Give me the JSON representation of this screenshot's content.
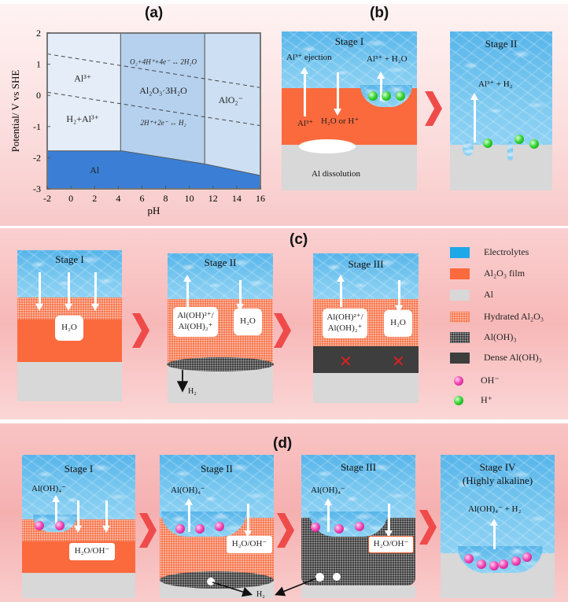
{
  "panel_labels": {
    "a": "(a)",
    "b": "(b)",
    "c": "(c)",
    "d": "(d)"
  },
  "chart_data": {
    "type": "area",
    "title": "(a)",
    "xlabel": "pH",
    "ylabel": "Potential/ V vs SHE",
    "xlim": [
      -2,
      16
    ],
    "ylim": [
      -3,
      2
    ],
    "xticks": [
      -2,
      0,
      2,
      4,
      6,
      8,
      10,
      12,
      14,
      16
    ],
    "yticks": [
      2,
      1,
      0,
      -1,
      -2,
      -3
    ],
    "regions": [
      {
        "name": "Al³⁺",
        "label2": "H₂+Al³⁺",
        "x": [
          -2,
          4.2
        ],
        "color": "#e4edf8"
      },
      {
        "name": "Al₂O₃·3H₂O",
        "x": [
          4.2,
          11.3
        ],
        "color": "#b5d1ee"
      },
      {
        "name": "AlO₂⁻",
        "x": [
          11.3,
          16
        ],
        "color": "#cddff2"
      },
      {
        "name": "Al",
        "boundary": [
          [
            -2,
            -1.78
          ],
          [
            4.3,
            -1.78
          ],
          [
            11.3,
            -2.2
          ],
          [
            16,
            -2.57
          ]
        ],
        "color": "#3a7fd5"
      }
    ],
    "dashed_lines": [
      {
        "label": "O₂+4H⁺+4e⁻ ↔ 2H₂O",
        "points": [
          [
            -2,
            1.33
          ],
          [
            16,
            0.25
          ]
        ]
      },
      {
        "label": "2H⁺+2e⁻ ↔ H₂",
        "points": [
          [
            -2,
            0.1
          ],
          [
            16,
            -0.97
          ]
        ]
      }
    ]
  },
  "b": {
    "stage1": {
      "title": "Stage I",
      "ejection": "Al³⁺ ejection",
      "al_h2o": "Al³⁺ + H₂O",
      "al": "Al³⁺",
      "h2o_h": "H₂O or H⁺",
      "dissolution": "Al dissolution"
    },
    "stage2": {
      "title": "Stage II",
      "reaction": "Al³⁺   +   H₂"
    }
  },
  "c": {
    "stage1": {
      "title": "Stage I",
      "box": "H₂O"
    },
    "stage2": {
      "title": "Stage II",
      "box1a": "Al(OH)²⁺/",
      "box1b": "Al(OH)₂⁺",
      "box2": "H₂O",
      "h2": "H₂"
    },
    "stage3": {
      "title": "Stage III",
      "box1a": "Al(OH)²⁺/",
      "box1b": "Al(OH)₂⁺",
      "box2": "H₂O"
    }
  },
  "legend": [
    {
      "label": "Electrolytes"
    },
    {
      "label": "Al₂O₃ film"
    },
    {
      "label": "Al"
    },
    {
      "label": "Hydrated Al₂O₃"
    },
    {
      "label": "Al(OH)₃"
    },
    {
      "label": "Dense Al(OH)₃"
    },
    {
      "label": "OH⁻"
    },
    {
      "label": "H⁺"
    }
  ],
  "d": {
    "stage1": {
      "title": "Stage I",
      "ion": "Al(OH)₄⁻",
      "box": "H₂O/OH⁻"
    },
    "stage2": {
      "title": "Stage II",
      "ion": "Al(OH)₄⁻",
      "box": "H₂O/OH⁻"
    },
    "stage3": {
      "title": "Stage III",
      "ion": "Al(OH)₄⁻",
      "box": "H₂O/OH⁻"
    },
    "stage4": {
      "title": "Stage IV",
      "subtitle": "(Highly alkaline)",
      "reaction": "Al(OH)₄⁻ + H₂"
    },
    "h2": "H₂"
  }
}
